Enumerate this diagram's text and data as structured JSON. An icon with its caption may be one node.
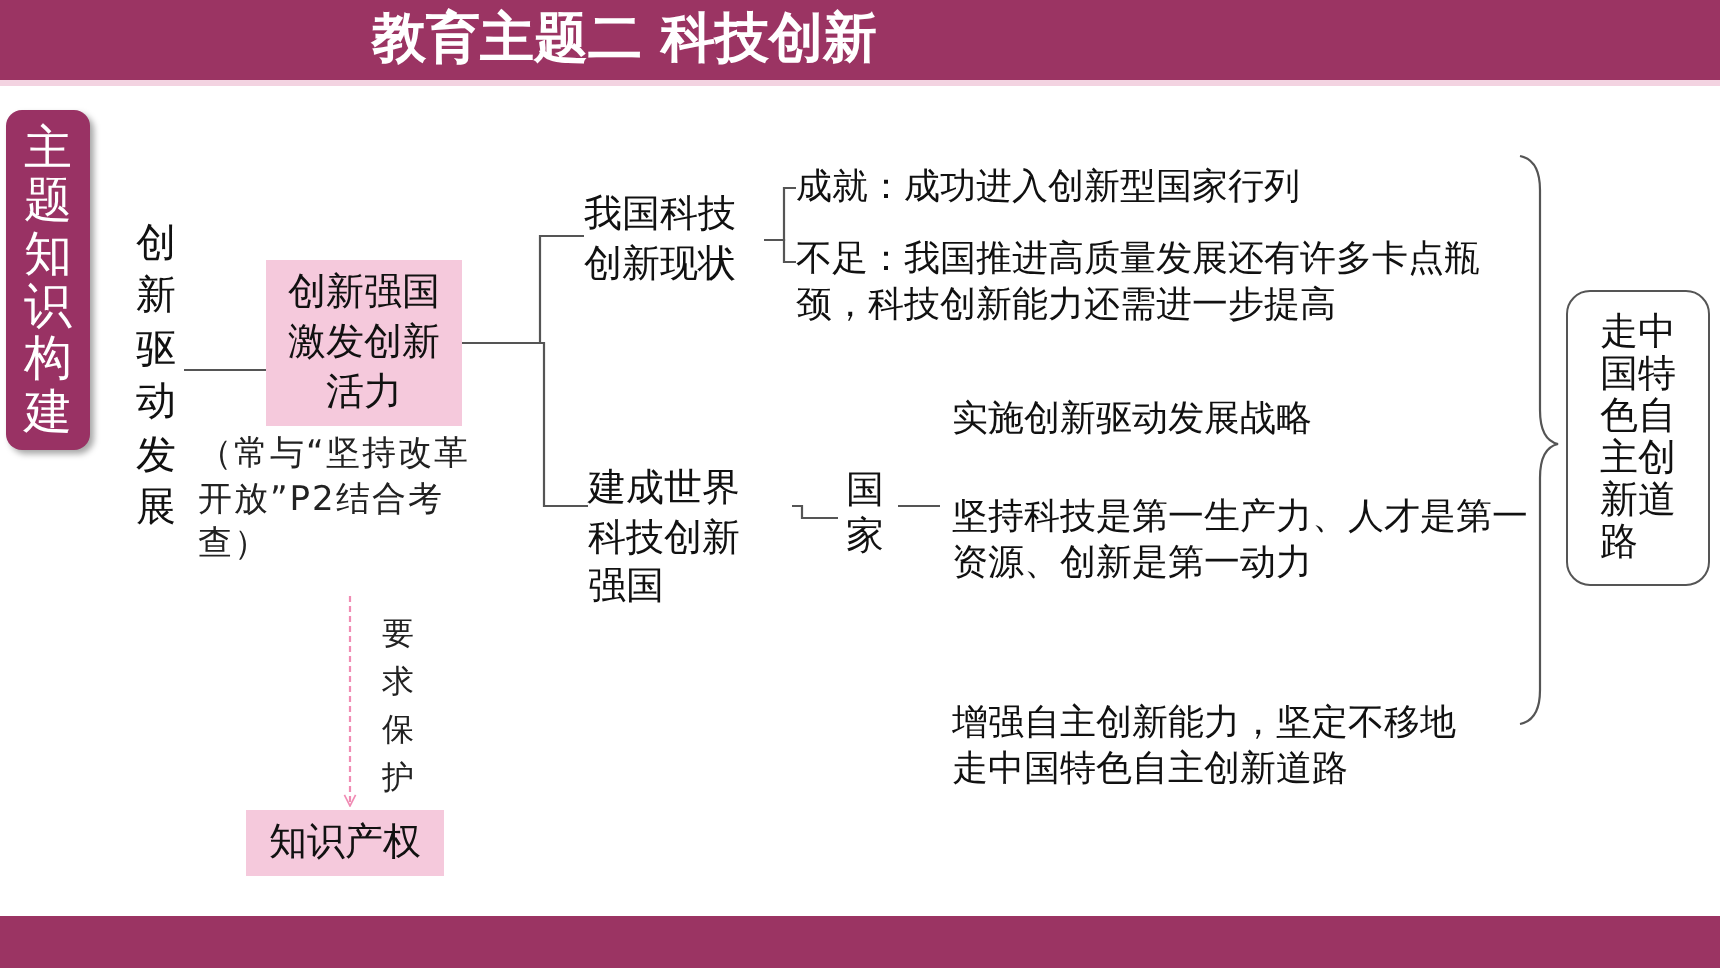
{
  "diagram": {
    "title": "教育主题二 科技创新",
    "nodes": [
      {
        "text": [
          "主题知识构建"
        ]
      },
      {
        "text": [
          "创新驱动发展"
        ]
      },
      {
        "text": [
          "创新强国激发创新活力"
        ],
        "beside": [
          "（常与“坚持改革开放”P2结合考查）"
        ]
      },
      {
        "text": [
          "我国科技创新现状"
        ]
      },
      {
        "text": [
          "成就：成功进入创新型国家行列"
        ]
      },
      {
        "text": [
          "不足：我国推进高质量发展还有许多卡点瓶颈，科技创新能力还需进一步提高"
        ]
      },
      {
        "text": [
          "建成世界科技创新强国"
        ]
      },
      {
        "text": [
          "国家"
        ]
      },
      {
        "text": [
          "实施创新驱动发展战略"
        ]
      },
      {
        "text": [
          "坚持科技是第一生产力、人才是第一资源、创新是第一动力"
        ]
      },
      {
        "text": [
          "增强自主创新能力，坚定不移地走中国特色自主创新道路"
        ]
      },
      {
        "text": [
          "走中国特色自主创新道路"
        ]
      },
      {
        "text": [
          "知识产权"
        ]
      }
    ],
    "edges": [
      {
        "from": 1,
        "to": 2,
        "arrow": "none"
      },
      {
        "from": 2,
        "to": 3,
        "arrow": "none"
      },
      {
        "from": 2,
        "to": 6,
        "arrow": "none"
      },
      {
        "from": 3,
        "to": 4,
        "arrow": "none"
      },
      {
        "from": 3,
        "to": 5,
        "arrow": "none"
      },
      {
        "from": 2,
        "to": 12,
        "arrow": "to",
        "label": "要求保护",
        "style": "dashed",
        "color": "#f08cb4"
      },
      {
        "from": 6,
        "to": 7,
        "arrow": "none"
      },
      {
        "from": 7,
        "to": 9,
        "arrow": "none"
      }
    ]
  }
}
